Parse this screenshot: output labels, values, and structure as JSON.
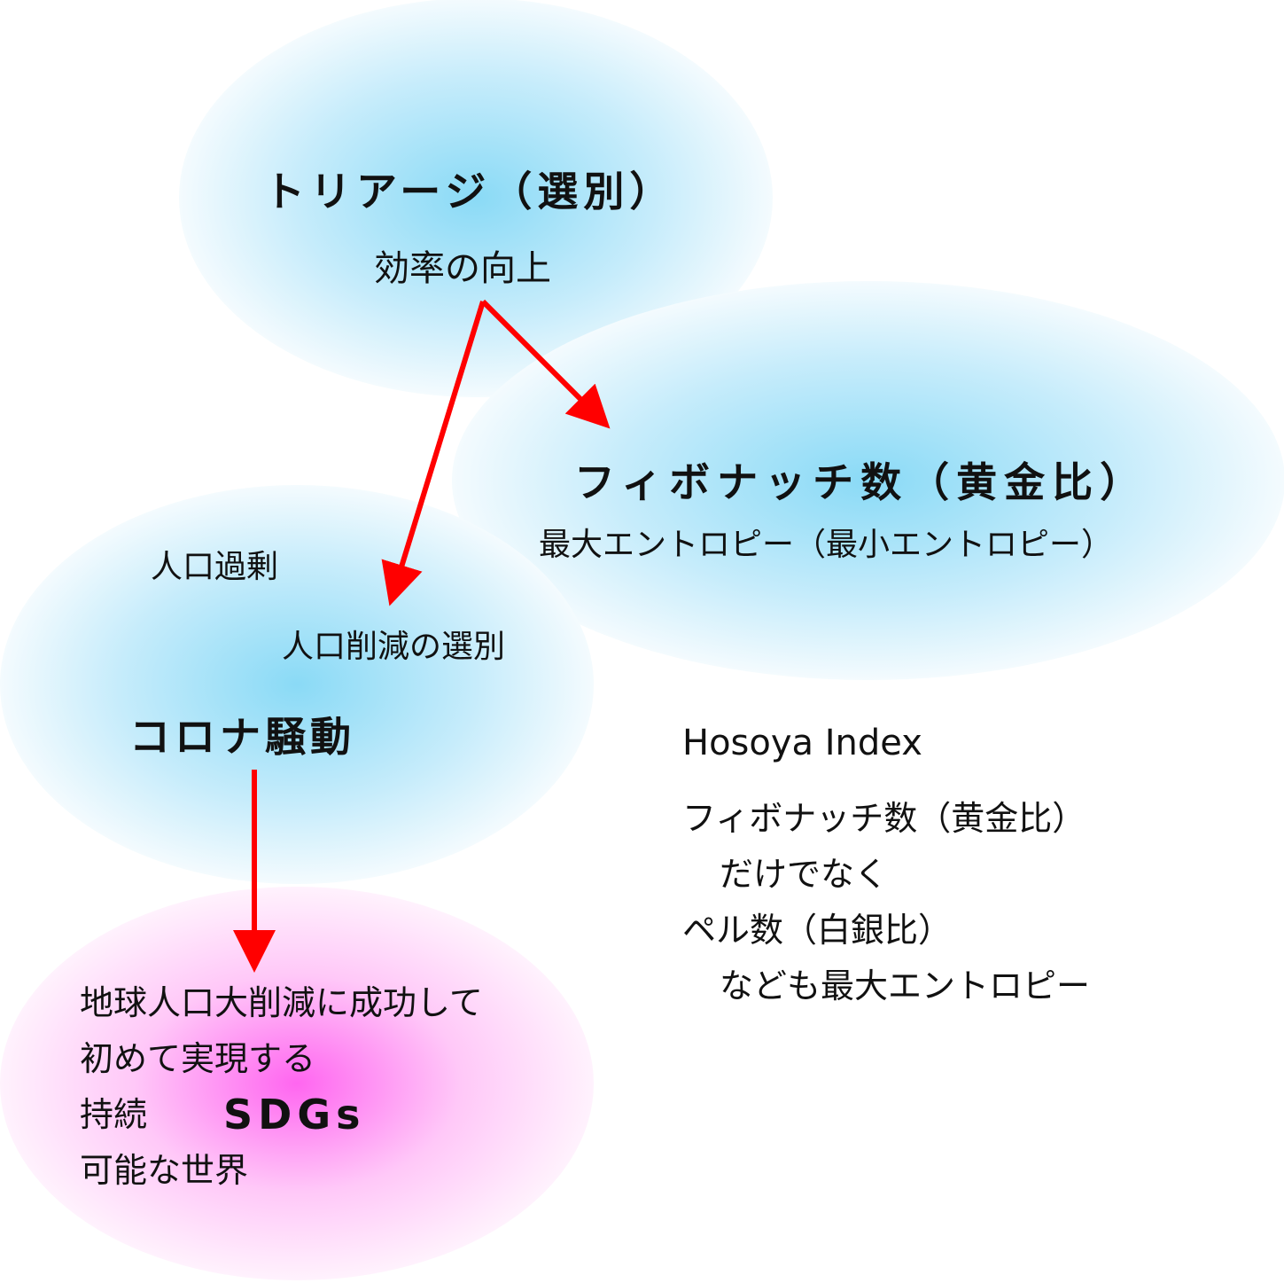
{
  "nodes": {
    "triage": {
      "title": "トリアージ（選別）",
      "subtitle": "効率の向上"
    },
    "fibonacci": {
      "title": "フィボナッチ数（黄金比）",
      "subtitle": "最大エントロピー（最小エントロピー）"
    },
    "corona": {
      "title": "コロナ騒動",
      "label_overpopulation": "人口過剰",
      "label_selection": "人口削減の選別"
    },
    "sdgs": {
      "line1": "地球人口大削減に成功して",
      "line2": "初めて実現する",
      "line3_prefix": "持続",
      "sdgs": "SDGs",
      "line4": "可能な世界"
    }
  },
  "notes": {
    "heading": "Hosoya Index",
    "line1": "フィボナッチ数（黄金比）",
    "line2": "だけでなく",
    "line3": "ペル数（白銀比）",
    "line4": "なども最大エントロピー"
  },
  "colors": {
    "blue": "#8fdcf5",
    "pink": "#ff66f0",
    "arrow": "#ff0000"
  }
}
